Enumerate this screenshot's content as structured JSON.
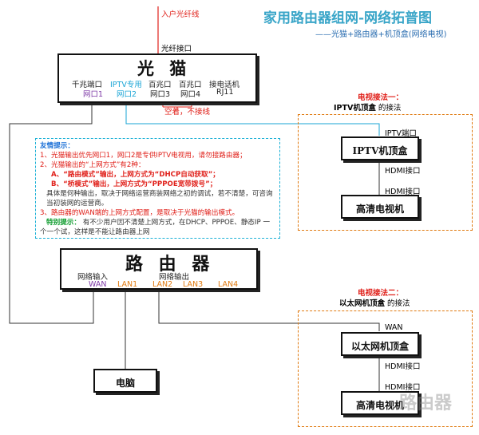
{
  "header": {
    "title": "家用路由器组网-网络拓普图",
    "subtitle": "——光猫+路由器+机顶盒(网络电视)"
  },
  "fiber": {
    "incoming": "入户光纤线",
    "port": "光纤接口"
  },
  "modem": {
    "title": "光 猫",
    "ports": [
      {
        "name": "千兆端口",
        "port": "网口1"
      },
      {
        "name": "IPTV专用",
        "port": "网口2"
      },
      {
        "name": "百兆口",
        "port": "网口3"
      },
      {
        "name": "百兆口",
        "port": "网口4"
      },
      {
        "name": "接电话机",
        "port": "RJ11"
      }
    ],
    "spare_note": "空着，不接线"
  },
  "method1": {
    "title": "电视接法一：",
    "subtitle_bold": "IPTV机顶盒",
    "subtitle_rest": " 的接法",
    "iptv_port": "IPTV端口",
    "stb": "IPTV机顶盒",
    "hdmi_out": "HDMI接口",
    "hdmi_in": "HDMI接口",
    "tv": "高清电视机"
  },
  "tips": {
    "heading": "友情提示：",
    "lines": [
      "1、光猫输出优先网口1，网口2是专供IPTV电视用，请勿接路由器；",
      "2、光猫输出的“上网方式”有2种：",
      "A、“路由模式”输出，上网方式为“DHCP自动获取”；",
      "B、“桥模式”输出，上网方式为“PPPOE宽带拨号”；",
      "具体是何种输出，取决于网络运营商装网络之初的调试，若不清楚，可咨询当初装网的运营商。",
      "3、路由器的WAN端的上网方式配置，是取决于光猫的输出模式。",
      "特别提示：",
      "有不少用户因不清楚上网方式，在DHCP、PPPOE、静态IP 一个一个试，这样是不能让路由器上网"
    ]
  },
  "router": {
    "title": "路 由 器",
    "input_label": "网络输入",
    "output_label": "网络输出",
    "ports": [
      "WAN",
      "LAN1",
      "LAN2",
      "LAN3",
      "LAN4"
    ]
  },
  "pc": {
    "label": "电脑"
  },
  "method2": {
    "title": "电视接法二：",
    "subtitle_bold": "以太网机顶盒",
    "subtitle_rest": " 的接法",
    "wan": "WAN",
    "stb": "以太网机顶盒",
    "hdmi_out": "HDMI接口",
    "hdmi_in": "HDMI接口",
    "tv": "高清电视机"
  },
  "watermark": "路由器",
  "colors": {
    "title": "#39a5c8",
    "red": "#e0201a",
    "purple": "#7e3aa6",
    "cyan": "#1aa5d6",
    "orange": "#e07a10"
  }
}
